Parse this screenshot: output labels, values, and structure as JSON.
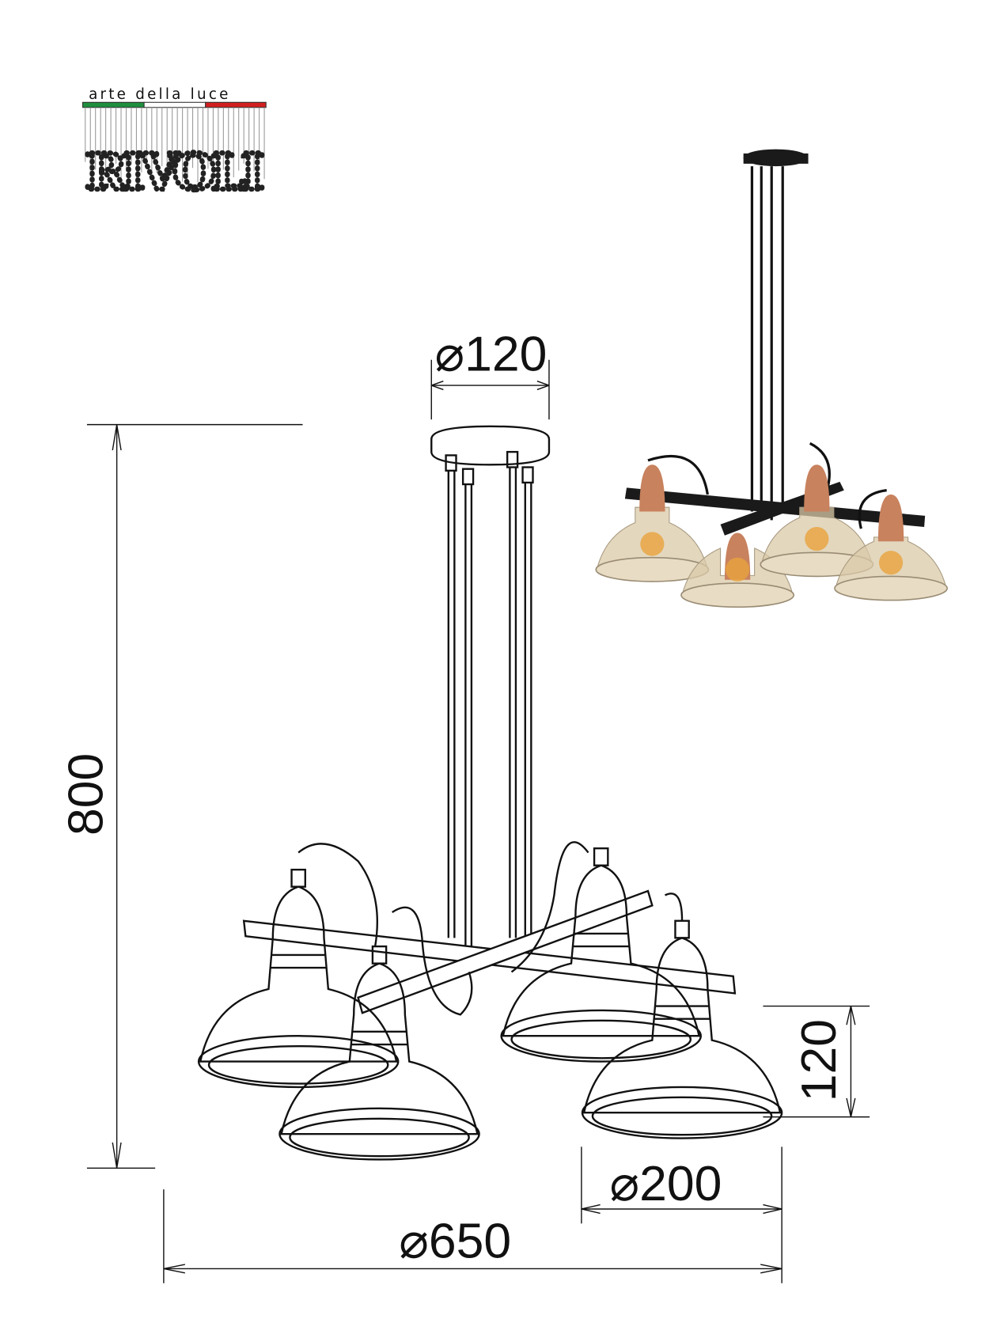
{
  "logo": {
    "tagline": "arte della luce",
    "brand": "RIVOLI",
    "colors": [
      "#1e8f3e",
      "#ffffff",
      "#d0201e"
    ]
  },
  "dimensions": {
    "canopy_diameter": "⌀120",
    "height": "800",
    "shade_height": "120",
    "shade_diameter": "⌀200",
    "overall_diameter": "⌀650"
  },
  "photo": {
    "frame_color": "#1a1a1a",
    "socket_color": "#c8825e",
    "glass_color": "#d9c9a8"
  }
}
